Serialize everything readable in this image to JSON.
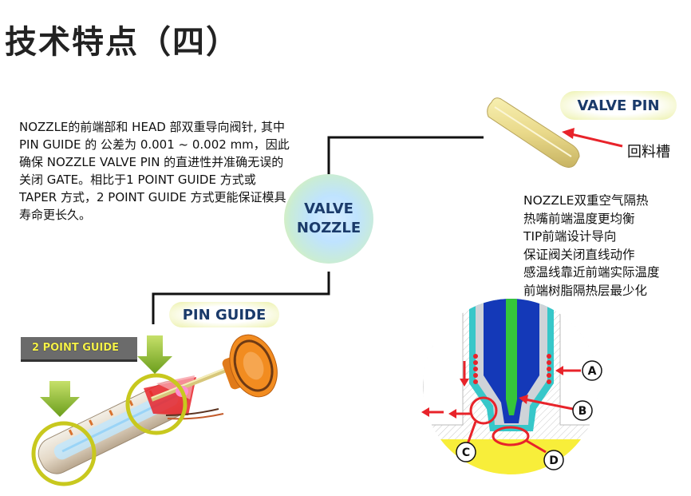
{
  "title": "技术特点（四）",
  "left_description": "NOZZLE的前端部和 HEAD 部双重导向阀针, 其中 PIN GUIDE 的 公差为 0.001 ~ 0.002 mm，因此确保 NOZZLE VALVE PIN 的直进性并准确无误的关闭 GATE。相比于1 POINT GUIDE 方式或 TAPER 方式，2 POINT GUIDE 方式更能保证模具寿命更长久。",
  "valve_pin_label": "VALVE PIN",
  "recycle_groove_label": "回料槽",
  "valve_nozzle_line1": "VALVE",
  "valve_nozzle_line2": "NOZZLE",
  "pin_guide_label": "PIN GUIDE",
  "two_point_guide_label": "2 POINT GUIDE",
  "features": [
    "NOZZLE双重空气隔热",
    "热嘴前端温度更均衡",
    "TIP前端设计导向",
    "保证阀关闭直线动作",
    "感温线靠近前端实际温度",
    "前端树脂隔热层最少化"
  ],
  "callouts": [
    "A",
    "B",
    "C",
    "D"
  ],
  "colors": {
    "title": "#222222",
    "pill_text": "#1a3a6a",
    "arrow_red": "#e8232a",
    "guide_green": "#8fbf2a",
    "highlight_ring": "#c8c81e"
  }
}
